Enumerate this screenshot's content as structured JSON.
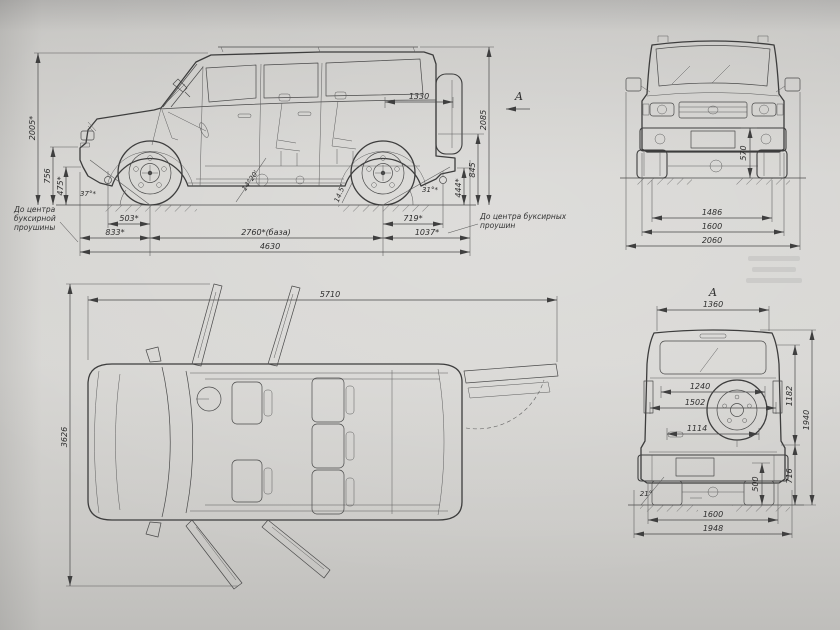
{
  "drawing": {
    "side_view": {
      "view_arrow_label": "A",
      "dims": {
        "overall_height": "2005*",
        "front_bumper_height": "756",
        "clearance_front": "475*",
        "approach_angle": "37°*",
        "tow_eye_to_axle_front": "503*",
        "front_overhang": "833*",
        "wheelbase": "2760*(база)",
        "overall_length": "4630",
        "rear_opening": "1330",
        "height_with_rails": "2085",
        "rear_sill_height": "845",
        "axle_to_tow_eye_rear": "719*",
        "rear_overhang": "1037*",
        "departure_angle": "31°*",
        "rear_clearance": "444*",
        "ramp_angle": "14.5°",
        "caster_angle": "14°20'"
      },
      "note_front_tow_eye": [
        "До центра",
        "буксирной",
        "проушины"
      ],
      "note_rear_tow_eyes": [
        "До центра буксирных",
        "проушин"
      ]
    },
    "front_view": {
      "dims": {
        "track": "1486",
        "body_width": "1600",
        "width_over_mirrors": "2060",
        "bumper_height": "570"
      }
    },
    "top_view": {
      "dims": {
        "length_tailgate_open": "5710",
        "width_doors_open": "3626"
      }
    },
    "rear_view": {
      "view_label": "A",
      "dims": {
        "roof_width": "1360",
        "upper_width": "1240",
        "body_width": "1502",
        "opening_width": "1114",
        "opening_height": "1182",
        "lower_height": "716",
        "bumper_ground": "500",
        "overall_height": "1940",
        "tilt_angle": "21°",
        "track": "1600",
        "overall_width": "1948"
      }
    }
  }
}
